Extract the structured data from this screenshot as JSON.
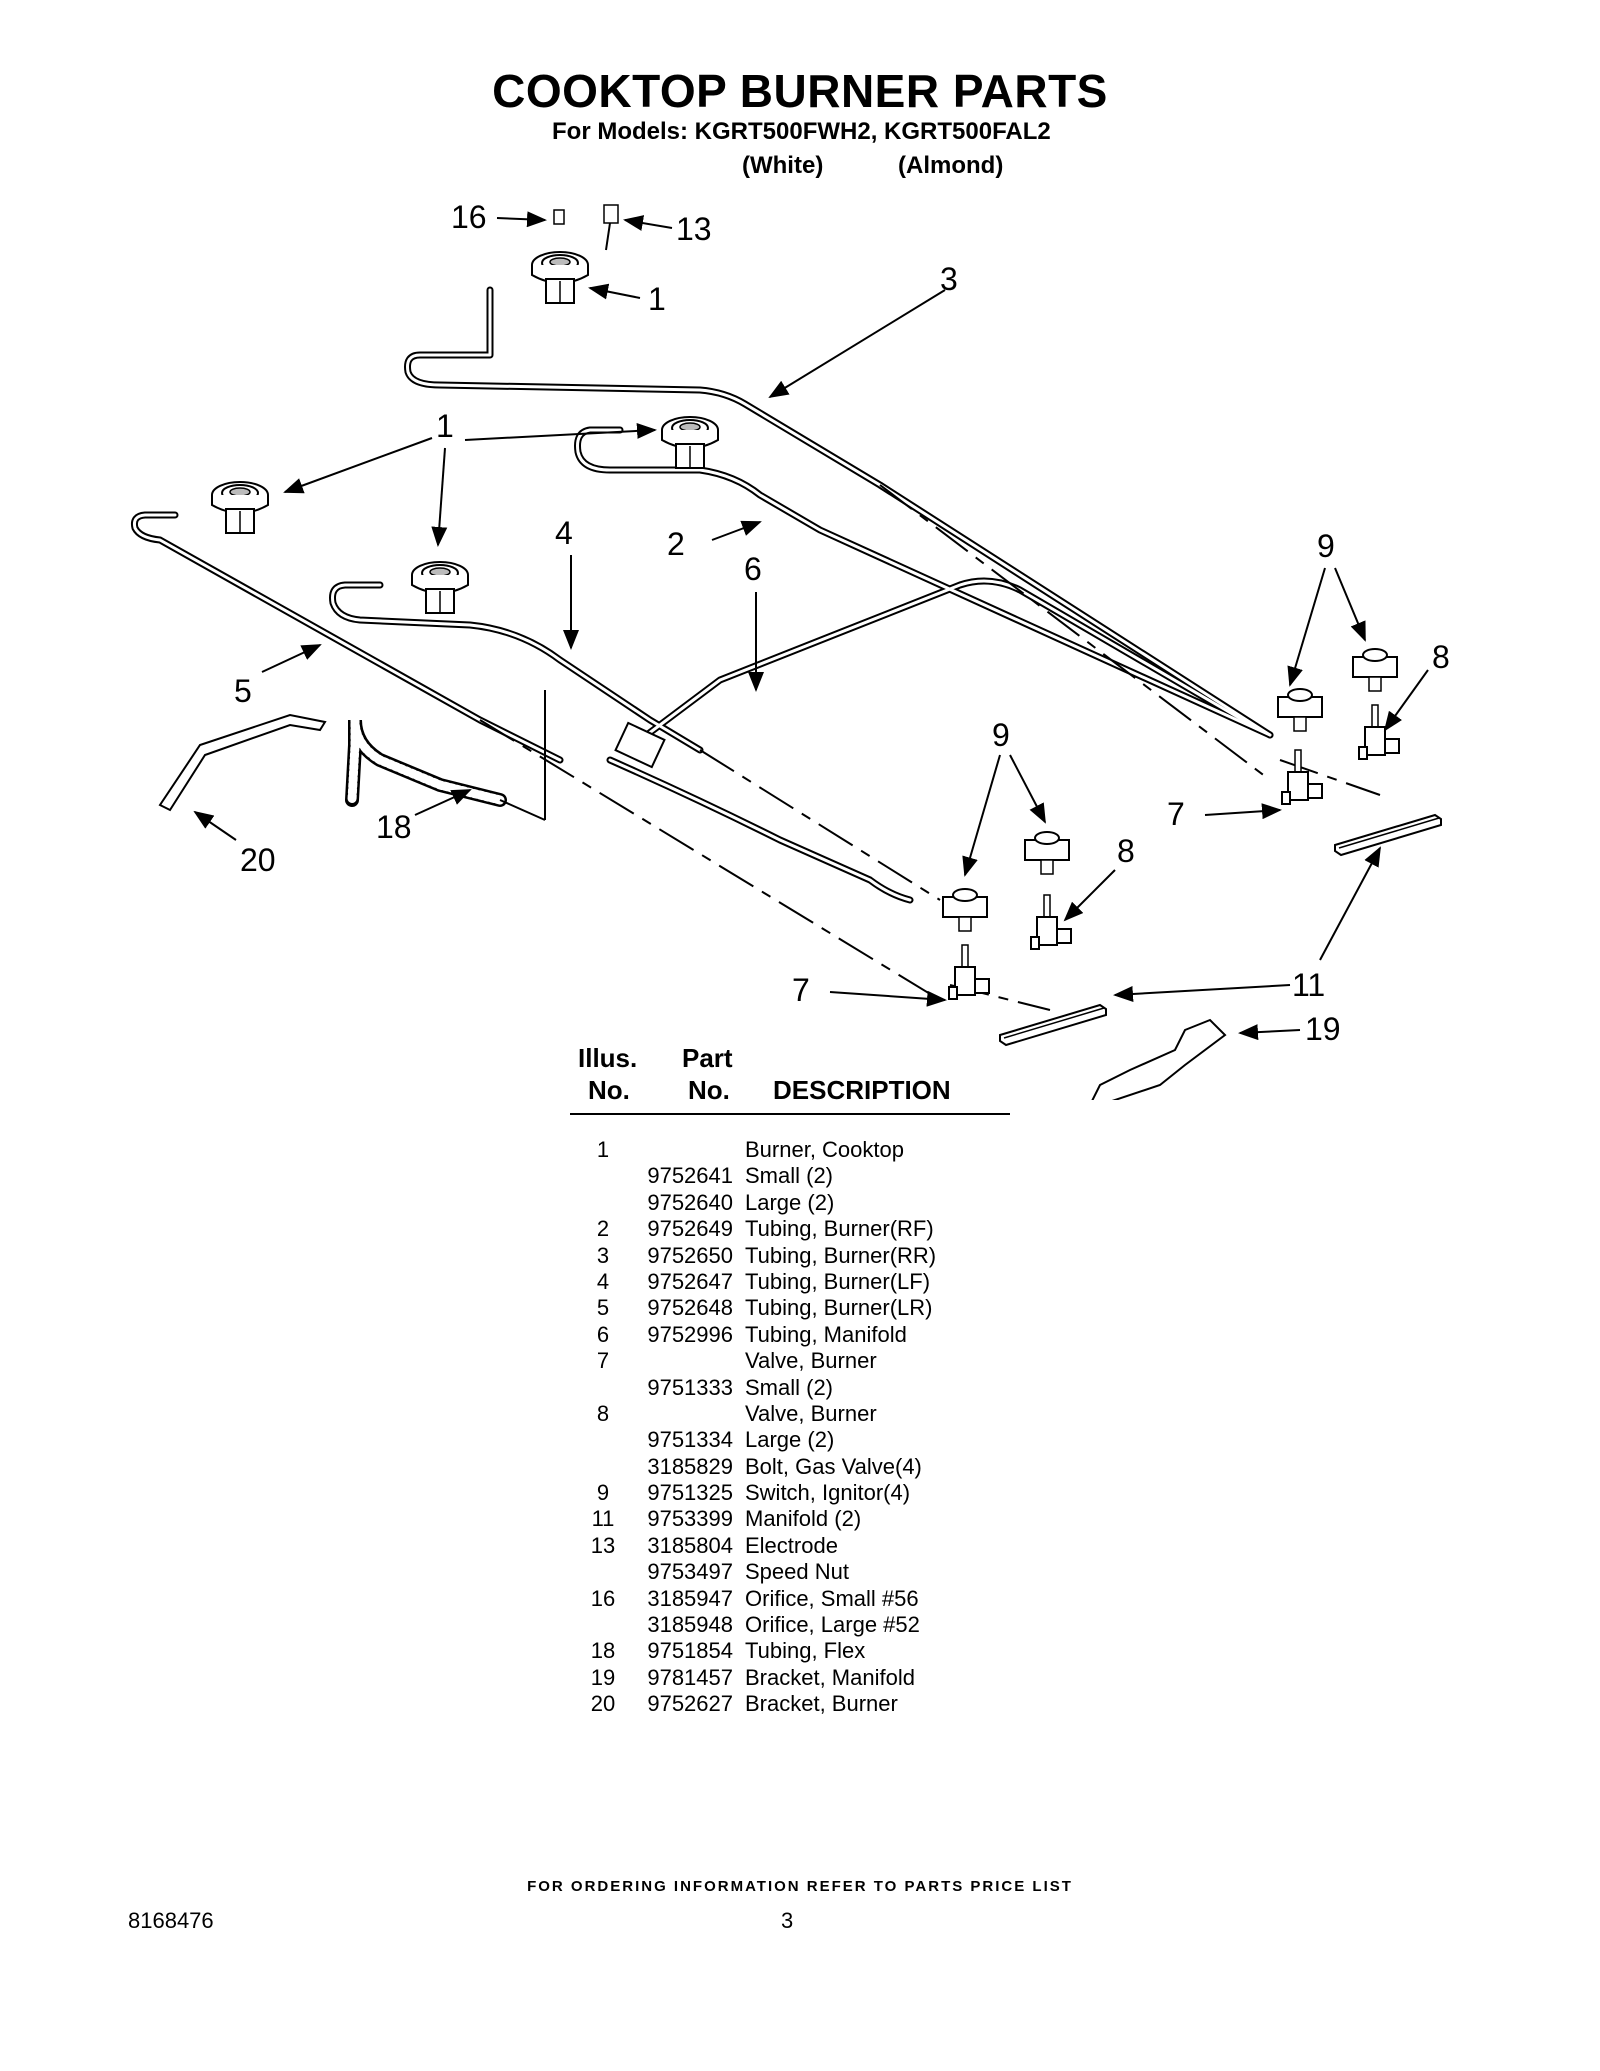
{
  "header": {
    "title": "COOKTOP BURNER PARTS",
    "models_line": "For Models: KGRT500FWH2, KGRT500FAL2",
    "color_white": "(White)",
    "color_almond": "(Almond)"
  },
  "diagram": {
    "callouts": [
      "16",
      "13",
      "1",
      "3",
      "1",
      "4",
      "2",
      "6",
      "9",
      "8",
      "5",
      "18",
      "20",
      "9",
      "8",
      "7",
      "7",
      "11",
      "19"
    ]
  },
  "table": {
    "headers": {
      "illus_top": "Illus.",
      "illus_bottom": "No.",
      "part_top": "Part",
      "part_bottom": "No.",
      "description": "DESCRIPTION"
    },
    "rows": [
      {
        "illus": "1",
        "part": "",
        "desc": "Burner, Cooktop"
      },
      {
        "illus": "",
        "part": "9752641",
        "desc": "Small (2)"
      },
      {
        "illus": "",
        "part": "9752640",
        "desc": "Large (2)"
      },
      {
        "illus": "2",
        "part": "9752649",
        "desc": "Tubing, Burner(RF)"
      },
      {
        "illus": "3",
        "part": "9752650",
        "desc": "Tubing, Burner(RR)"
      },
      {
        "illus": "4",
        "part": "9752647",
        "desc": "Tubing, Burner(LF)"
      },
      {
        "illus": "5",
        "part": "9752648",
        "desc": "Tubing, Burner(LR)"
      },
      {
        "illus": "6",
        "part": "9752996",
        "desc": "Tubing, Manifold"
      },
      {
        "illus": "7",
        "part": "",
        "desc": "Valve, Burner"
      },
      {
        "illus": "",
        "part": "9751333",
        "desc": "Small (2)"
      },
      {
        "illus": "8",
        "part": "",
        "desc": "Valve, Burner"
      },
      {
        "illus": "",
        "part": "9751334",
        "desc": "Large (2)"
      },
      {
        "illus": "",
        "part": "3185829",
        "desc": "Bolt, Gas Valve(4)"
      },
      {
        "illus": "9",
        "part": "9751325",
        "desc": "Switch, Ignitor(4)"
      },
      {
        "illus": "11",
        "part": "9753399",
        "desc": "Manifold (2)"
      },
      {
        "illus": "13",
        "part": "3185804",
        "desc": "Electrode"
      },
      {
        "illus": "",
        "part": "9753497",
        "desc": "Speed Nut"
      },
      {
        "illus": "16",
        "part": "3185947",
        "desc": "Orifice, Small #56"
      },
      {
        "illus": "",
        "part": "3185948",
        "desc": "Orifice, Large #52"
      },
      {
        "illus": "18",
        "part": "9751854",
        "desc": "Tubing, Flex"
      },
      {
        "illus": "19",
        "part": "9781457",
        "desc": "Bracket, Manifold"
      },
      {
        "illus": "20",
        "part": "9752627",
        "desc": "Bracket, Burner"
      }
    ]
  },
  "footer": {
    "ordering_note": "FOR ORDERING INFORMATION REFER TO PARTS PRICE LIST",
    "document_number": "8168476",
    "page_number": "3"
  }
}
